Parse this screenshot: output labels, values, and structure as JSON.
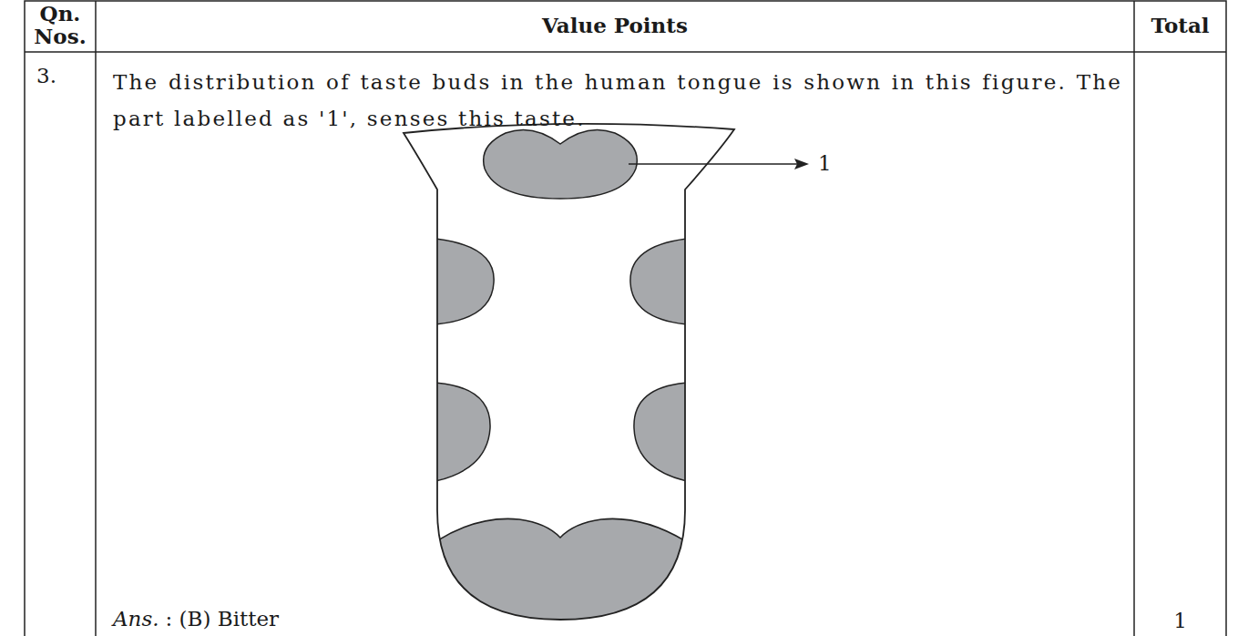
{
  "diagram": {
    "labels": [
      "Qn. Nos.",
      "Value Points",
      "Total",
      "3.",
      "The distribution of taste buds in the human tongue is shown in this figure. The part labelled as '1', senses this taste.",
      "1",
      "Ans.",
      ": (B) Bitter",
      "1"
    ]
  }
}
